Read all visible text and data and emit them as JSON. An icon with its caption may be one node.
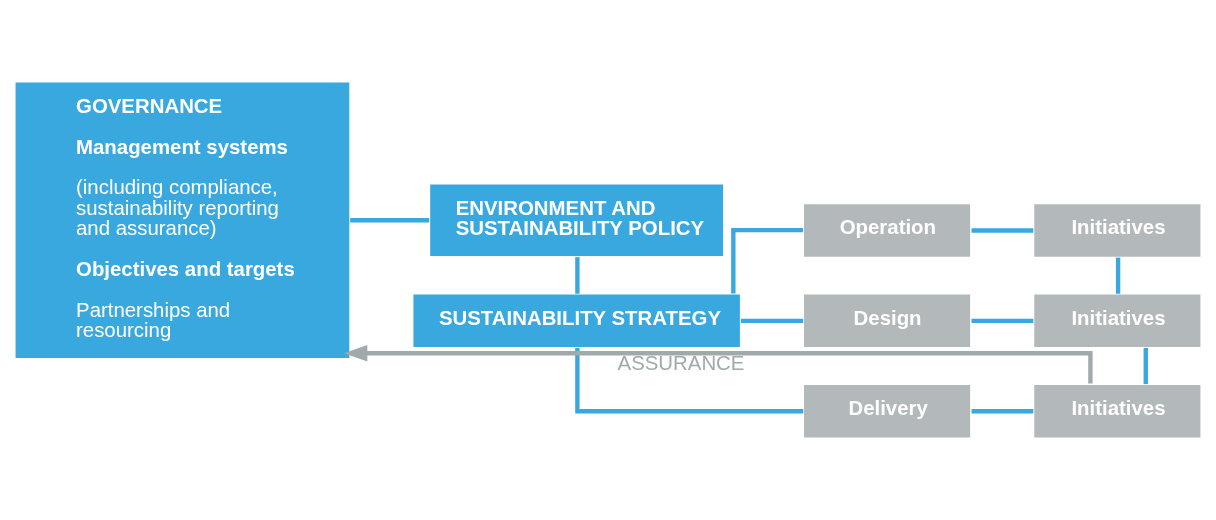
{
  "diagram": {
    "nodes": [
      {
        "text": [
          "GOVERNANCE",
          "Management systems",
          "(including compliance, sustainability reporting and assurance)",
          "Objectives and targets",
          "Partnerships and resourcing"
        ]
      },
      {
        "text": [
          "ENVIRONMENT AND SUSTAINABILITY POLICY"
        ]
      },
      {
        "text": [
          "SUSTAINABILITY STRATEGY"
        ]
      },
      {
        "text": [
          "Operation"
        ]
      },
      {
        "text": [
          "Design"
        ]
      },
      {
        "text": [
          "Delivery"
        ]
      },
      {
        "text": [
          "Initiatives"
        ]
      },
      {
        "text": [
          "Initiatives"
        ]
      },
      {
        "text": [
          "Initiatives"
        ]
      }
    ],
    "edges": [
      {
        "from": 0,
        "to": 1,
        "arrow": "none"
      },
      {
        "from": 1,
        "to": 2,
        "arrow": "none"
      },
      {
        "from": 2,
        "to": 3,
        "arrow": "none"
      },
      {
        "from": 2,
        "to": 4,
        "arrow": "none"
      },
      {
        "from": 2,
        "to": 5,
        "arrow": "none"
      },
      {
        "from": 3,
        "to": 6,
        "arrow": "none"
      },
      {
        "from": 4,
        "to": 7,
        "arrow": "none"
      },
      {
        "from": 5,
        "to": 8,
        "arrow": "none"
      },
      {
        "from": 6,
        "to": 7,
        "arrow": "none"
      },
      {
        "from": 7,
        "to": 8,
        "arrow": "none"
      },
      {
        "from": 8,
        "to": 0,
        "arrow": "to",
        "label": "ASSURANCE",
        "color": "#a0a9ac"
      }
    ]
  }
}
